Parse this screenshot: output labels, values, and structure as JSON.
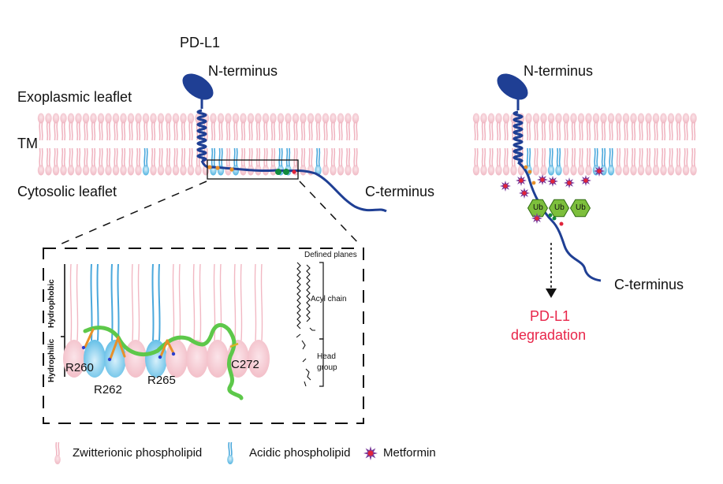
{
  "figure": {
    "title": "PD-L1",
    "colors": {
      "protein": "#1f3f94",
      "zwitterionic": "#f2c1cb",
      "acidic": "#4aa8dc",
      "helix_green": "#5dc84a",
      "arginine_orange": "#e8902a",
      "metformin_outer": "#7a3b9a",
      "metformin_inner": "#e0243a",
      "ubiquitin": "#7dbf3c",
      "degradation_text": "#e8264a",
      "arrow": "#111111"
    },
    "membrane_labels": {
      "exoplasmic": "Exoplasmic leaflet",
      "tm": "TM",
      "cytosolic": "Cytosolic leaflet"
    },
    "left_protein": {
      "n_terminus": "N-terminus",
      "c_terminus": "C-terminus"
    },
    "right_protein": {
      "n_terminus": "N-terminus",
      "c_terminus": "C-terminus",
      "ubiquitin_tags": [
        "Ub",
        "Ub",
        "Ub"
      ],
      "outcome_line1": "PD-L1",
      "outcome_line2": "degradation"
    },
    "inset": {
      "axis_hydrophobic": "Hydrophobic",
      "axis_hydrophilic": "Hydrophilic",
      "residues": [
        "R260",
        "R262",
        "R265",
        "C272"
      ],
      "defined_planes": "Defined planes",
      "acyl_chain": "Acyl chain",
      "head_group_line1": "Head",
      "head_group_line2": "group"
    },
    "legend": [
      {
        "icon": "zwitterionic-phospholipid-icon",
        "label": "Zwitterionic phospholipid"
      },
      {
        "icon": "acidic-phospholipid-icon",
        "label": "Acidic phospholipid"
      },
      {
        "icon": "metformin-icon",
        "label": "Metformin"
      }
    ]
  }
}
